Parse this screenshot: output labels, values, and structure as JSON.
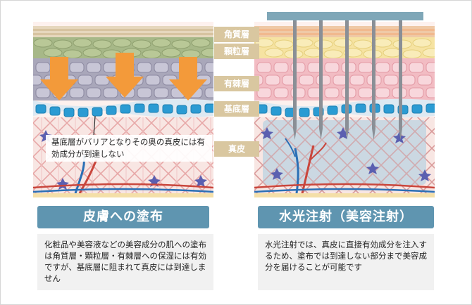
{
  "layer_labels": {
    "stratum_corneum": "角質層",
    "granular_layer": "顆粒層",
    "spinous_layer": "有棘層",
    "basal_layer": "基底層",
    "dermis": "真皮"
  },
  "left": {
    "heading": "皮膚への塗布",
    "callout": "基底層がバリアとなりその奥の真皮には有効成分が到達しない",
    "description": "化粧品や美容液などの美容成分の肌への塗布は角質層・顆粒層・有棘層への保湿には有効ですが、基底層に阻まれて真皮には到達しません"
  },
  "right": {
    "heading": "水光注射（美容注射）",
    "description": "水光注射では、真皮に直接有効成分を注入するため、塗布では到達しない部分まで美容成分を届けることが可能です"
  },
  "colors": {
    "heading_bg": "#5f95b0",
    "label_bg": "#d9c7a0",
    "arrow": "#f39a3a",
    "needle_bar": "#7fa7b8",
    "dermis": "#f8e6e3",
    "basal_cell": "#2b9bd3",
    "injected_area": "#c9dbe6"
  },
  "icons": [
    "down-arrow-icon",
    "needle-icon",
    "star-cell-icon"
  ]
}
